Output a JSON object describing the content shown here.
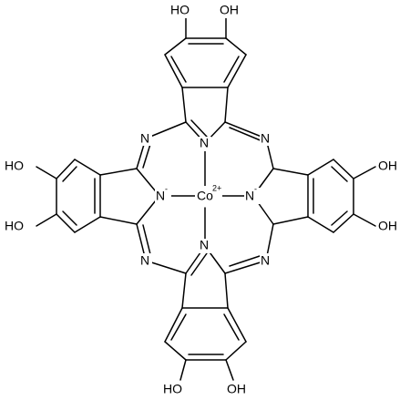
{
  "molecule": {
    "metal": "Co",
    "metal_charge": "2+",
    "hydroxyl": "OH",
    "hydroxyl_left": "HO",
    "nitrogen": "N",
    "anion_charge": "-"
  }
}
